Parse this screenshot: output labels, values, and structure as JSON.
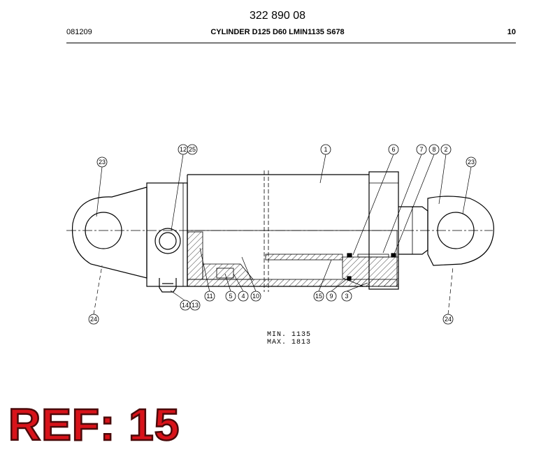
{
  "header": {
    "part_number": "322 890 08",
    "date_code": "081209",
    "title": "CYLINDER D125 D60 LMIN1135 S678",
    "page": "10"
  },
  "drawing": {
    "callouts": {
      "c1": "1",
      "c2": "2",
      "c3": "3",
      "c4": "4",
      "c5": "5",
      "c6": "6",
      "c7": "7",
      "c8": "8",
      "c9": "9",
      "c10": "10",
      "c11": "11",
      "c12": "12",
      "c13": "13",
      "c14": "14",
      "c15": "15",
      "c23a": "23",
      "c23b": "23",
      "c24a": "24",
      "c24b": "24",
      "c25": "25"
    },
    "length_min": "MIN. 1135",
    "length_max": "MAX. 1813"
  },
  "reference_label": "REF: 15"
}
